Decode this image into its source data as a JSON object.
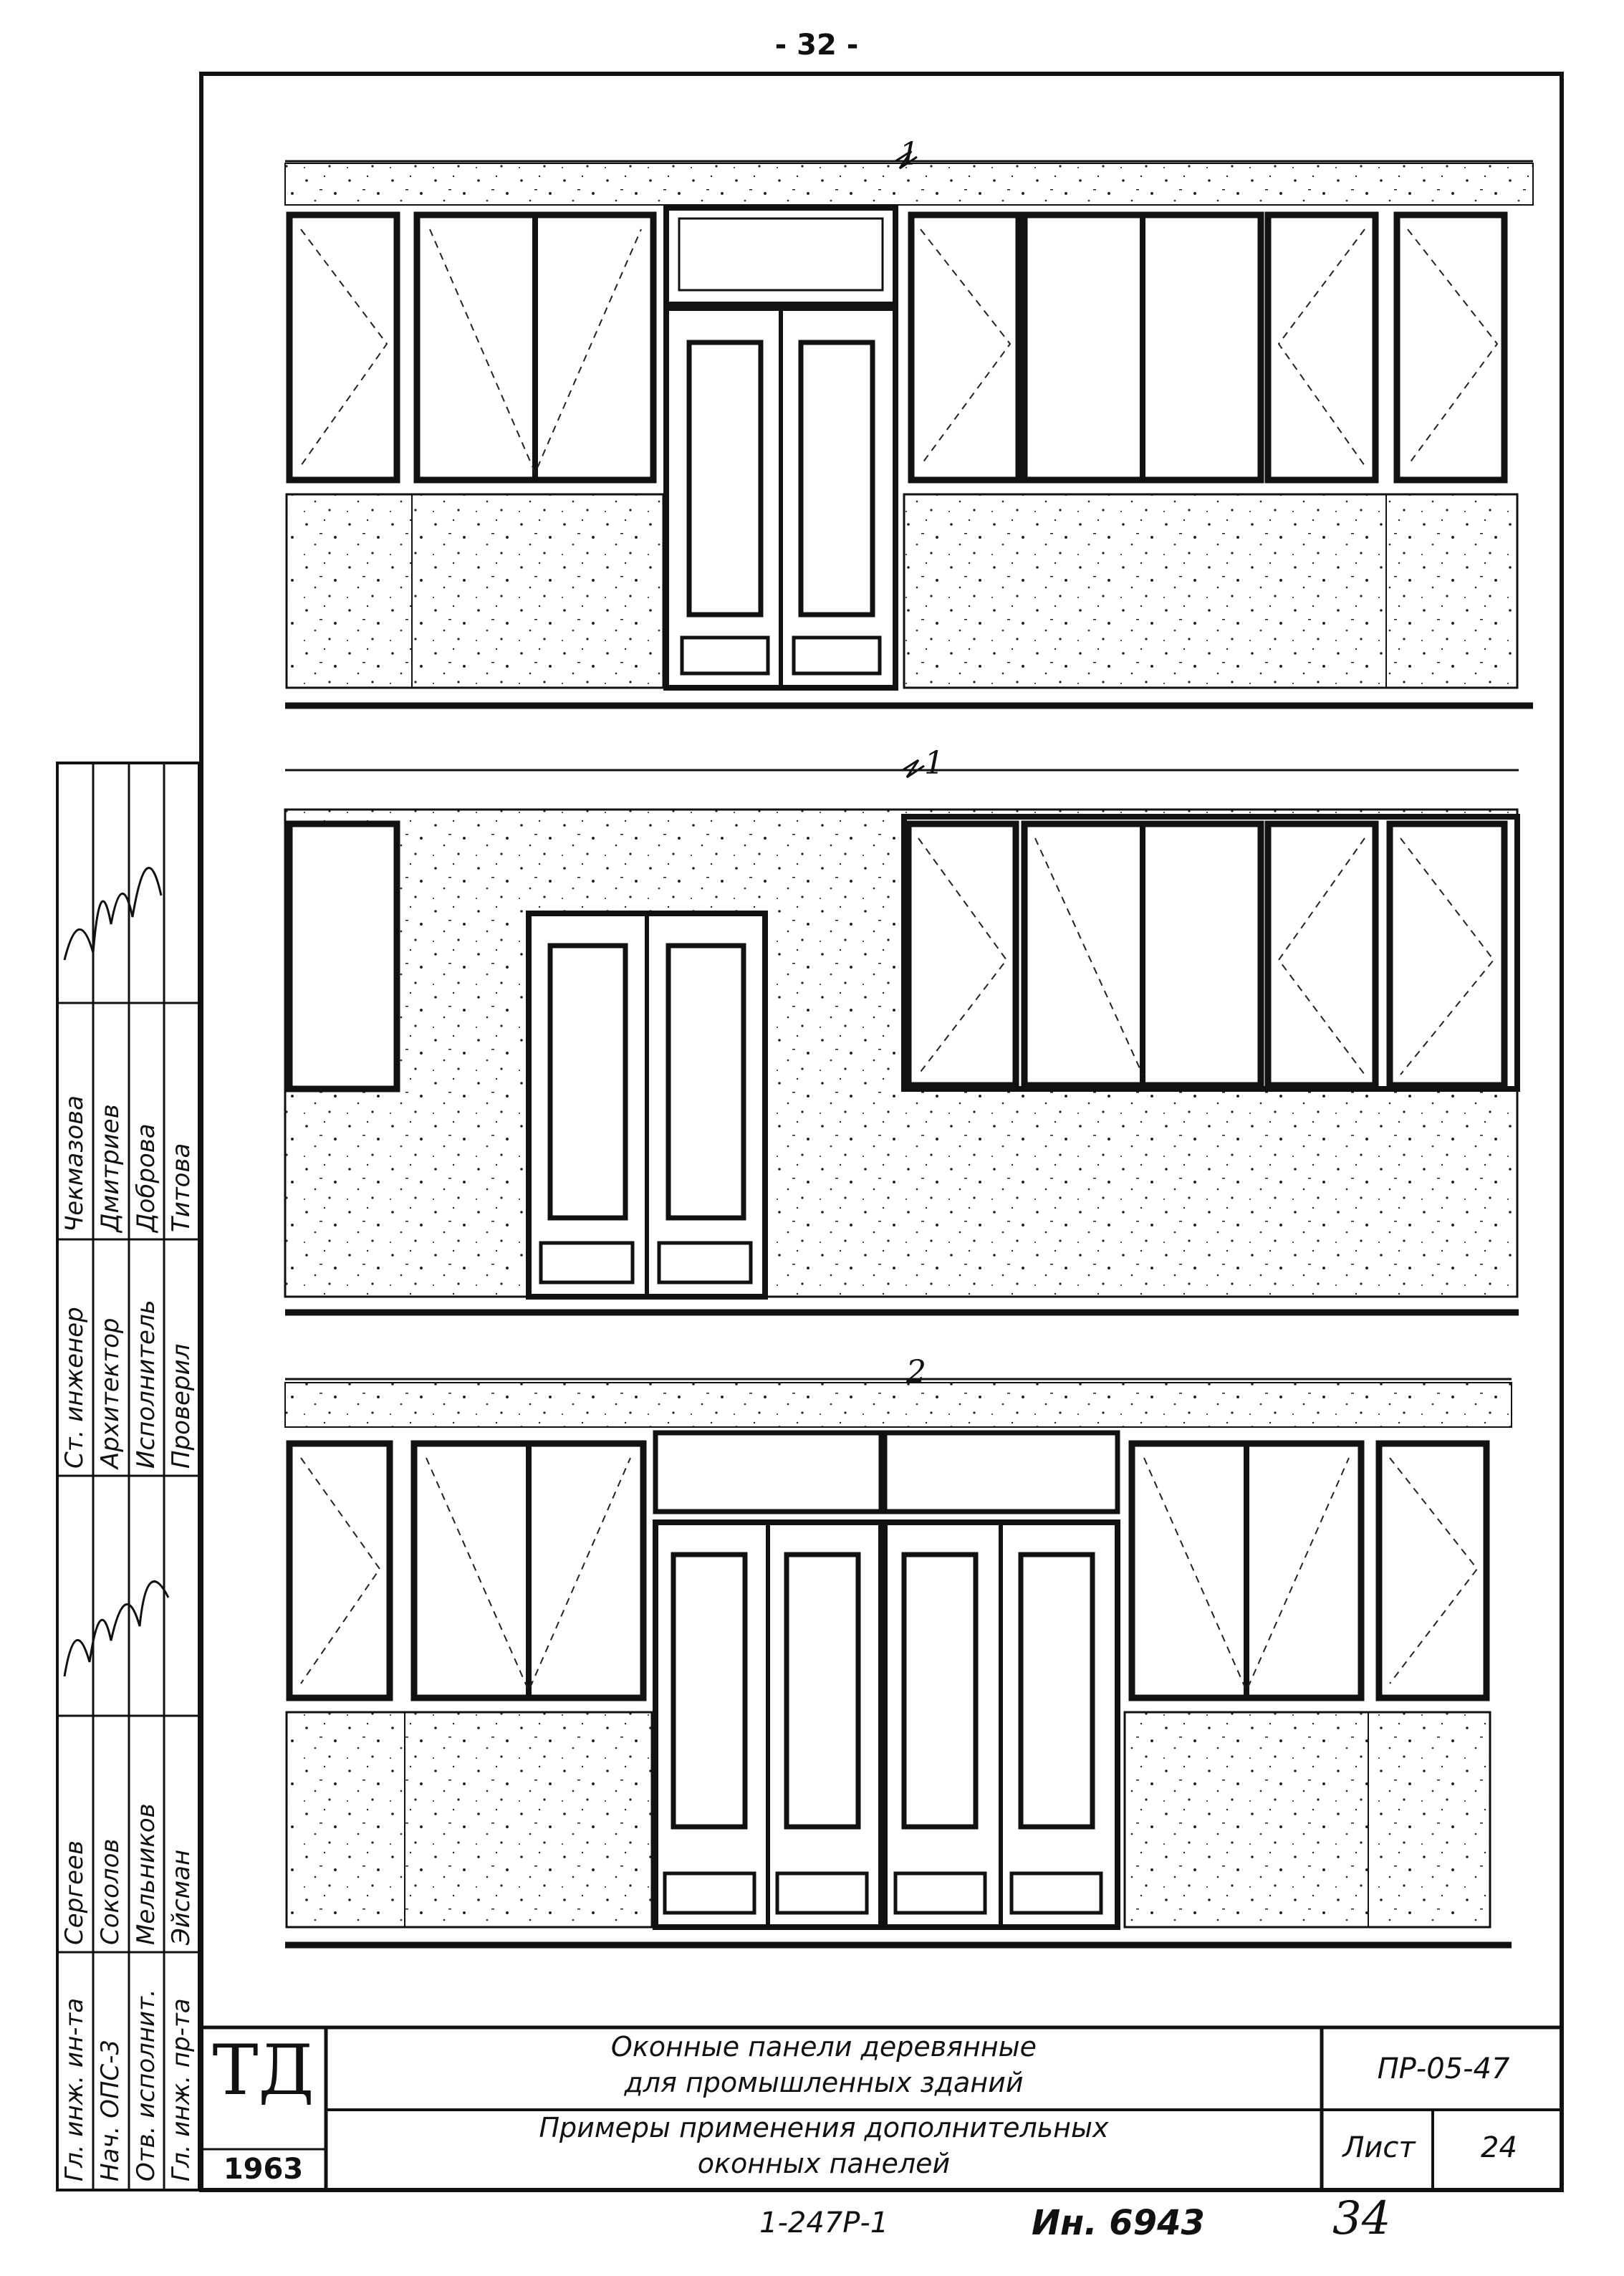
{
  "page_number": "- 32 -",
  "title_block": {
    "logo": "ТД",
    "year": "1963",
    "title_line1": "Оконные панели деревянные",
    "title_line2": "для промышленных зданий",
    "subtitle_line1": "Примеры применения дополнительных",
    "subtitle_line2": "оконных панелей",
    "code": "ПР-05-47",
    "sheet_label": "Лист",
    "sheet_number": "24"
  },
  "footer": {
    "series": "1-247Р-1",
    "inventory": "Ин. 6943",
    "handwritten_page": "34"
  },
  "stamp": {
    "roles_left": [
      "Гл. инж. ин-та",
      "Нач. ОПС-3",
      "Отв. исполнит.",
      "Гл. инж. пр-та"
    ],
    "names_left": [
      "Сергеев",
      "Соколов",
      "Мельников",
      "Эйсман"
    ],
    "roles_right": [
      "Ст. инженер",
      "Архитектор",
      "Исполнитель",
      "Проверил"
    ],
    "names_right": [
      "Чекмазова",
      "Дмитриев",
      "Доброва",
      "Титова"
    ]
  },
  "section_marks": {
    "elevation_1": "1",
    "elevation_2": "1",
    "elevation_3": "2"
  }
}
